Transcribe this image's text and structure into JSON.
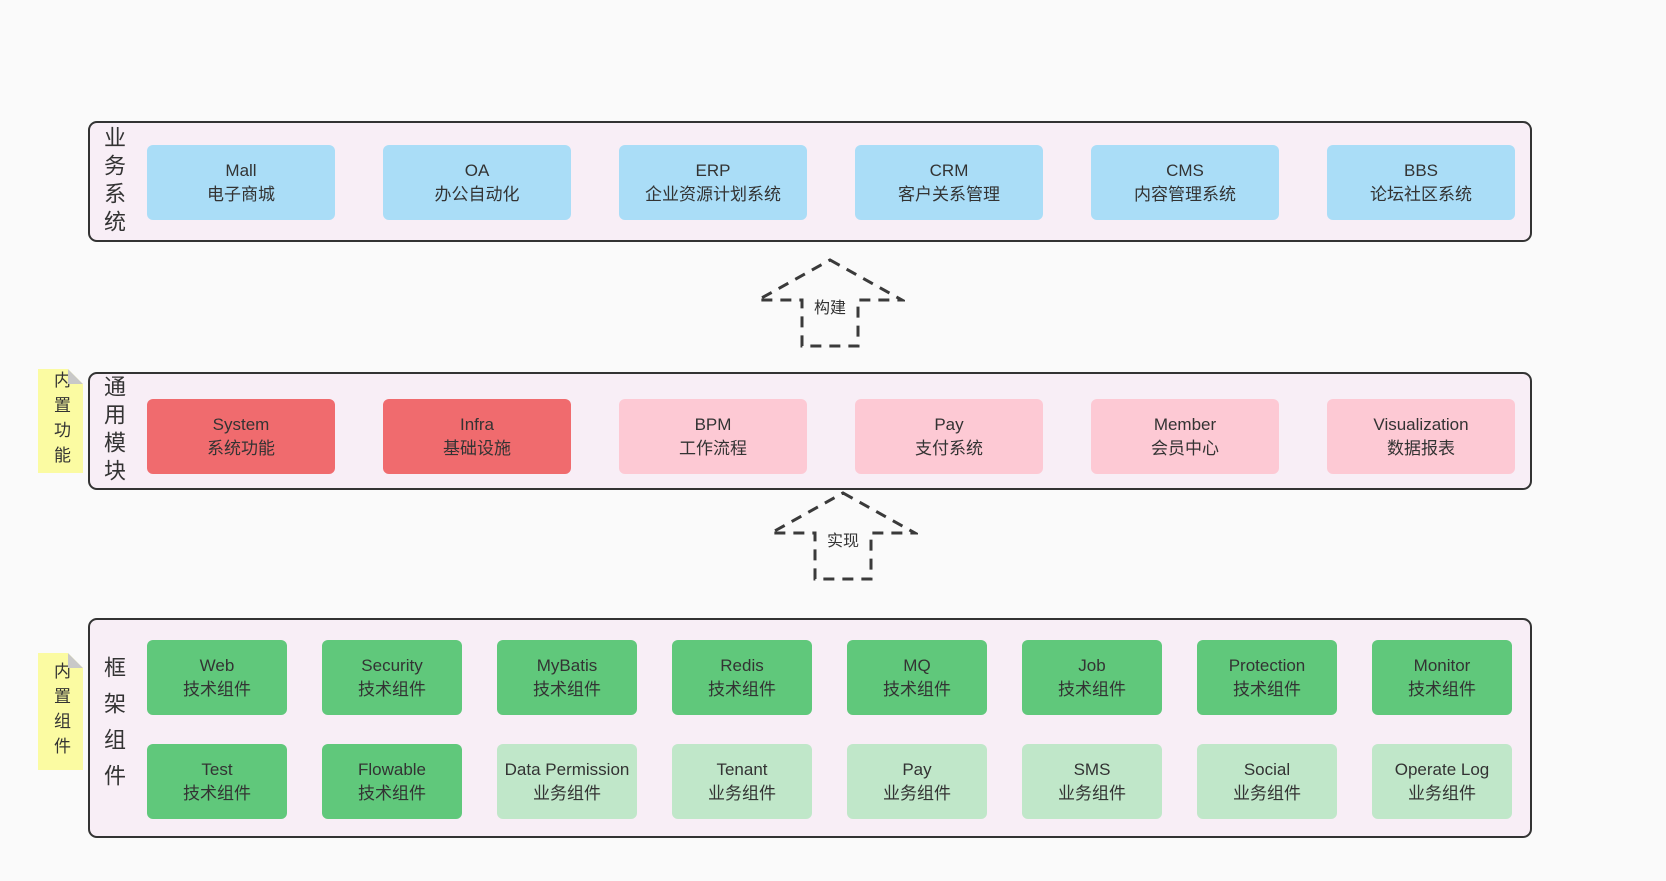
{
  "colors": {
    "page_bg": "#fafafa",
    "container_bg": "#f8eef6",
    "container_border": "#333333",
    "text": "#333333",
    "blue_box": "#aaddf7",
    "red_box": "#f06b6e",
    "pink_box": "#fdc9d4",
    "green_box": "#60c87b",
    "light_green_box": "#c0e7c9",
    "sticky_yellow": "#fbfba2",
    "sticky_fold_gray": "#c8c8c8",
    "arrow_stroke": "#3a3a3a"
  },
  "arrows": [
    {
      "label": "构建"
    },
    {
      "label": "实现"
    }
  ],
  "layers": [
    {
      "label": "业务系统",
      "boxes": [
        {
          "name": "Mall",
          "desc": "电子商城"
        },
        {
          "name": "OA",
          "desc": "办公自动化"
        },
        {
          "name": "ERP",
          "desc": "企业资源计划系统"
        },
        {
          "name": "CRM",
          "desc": "客户关系管理"
        },
        {
          "name": "CMS",
          "desc": "内容管理系统"
        },
        {
          "name": "BBS",
          "desc": "论坛社区系统"
        }
      ]
    },
    {
      "label": "通用模块",
      "sticky": "内置功能",
      "boxes": [
        {
          "name": "System",
          "desc": "系统功能"
        },
        {
          "name": "Infra",
          "desc": "基础设施"
        },
        {
          "name": "BPM",
          "desc": "工作流程"
        },
        {
          "name": "Pay",
          "desc": "支付系统"
        },
        {
          "name": "Member",
          "desc": "会员中心"
        },
        {
          "name": "Visualization",
          "desc": "数据报表"
        }
      ]
    },
    {
      "label": "框架组件",
      "sticky": "内置组件",
      "rows": [
        [
          {
            "name": "Web",
            "desc": "技术组件"
          },
          {
            "name": "Security",
            "desc": "技术组件"
          },
          {
            "name": "MyBatis",
            "desc": "技术组件"
          },
          {
            "name": "Redis",
            "desc": "技术组件"
          },
          {
            "name": "MQ",
            "desc": "技术组件"
          },
          {
            "name": "Job",
            "desc": "技术组件"
          },
          {
            "name": "Protection",
            "desc": "技术组件"
          },
          {
            "name": "Monitor",
            "desc": "技术组件"
          }
        ],
        [
          {
            "name": "Test",
            "desc": "技术组件"
          },
          {
            "name": "Flowable",
            "desc": "技术组件"
          },
          {
            "name": "Data Permission",
            "desc": "业务组件"
          },
          {
            "name": "Tenant",
            "desc": "业务组件"
          },
          {
            "name": "Pay",
            "desc": "业务组件"
          },
          {
            "name": "SMS",
            "desc": "业务组件"
          },
          {
            "name": "Social",
            "desc": "业务组件"
          },
          {
            "name": "Operate Log",
            "desc": "业务组件"
          }
        ]
      ]
    }
  ]
}
